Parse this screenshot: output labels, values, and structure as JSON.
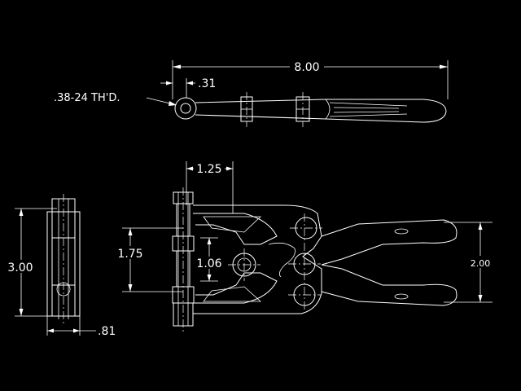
{
  "colors": {
    "background": "#000000",
    "linework": "#ffffff"
  },
  "dimensions": {
    "overall_length": "8.00",
    "thread_offset": ".31",
    "thread_spec": ".38-24 TH'D.",
    "top_offset": "1.25",
    "opening_height": "1.75",
    "inner_height": "1.06",
    "handle_spread": "2.00",
    "side_height": "3.00",
    "side_width": ".81"
  }
}
